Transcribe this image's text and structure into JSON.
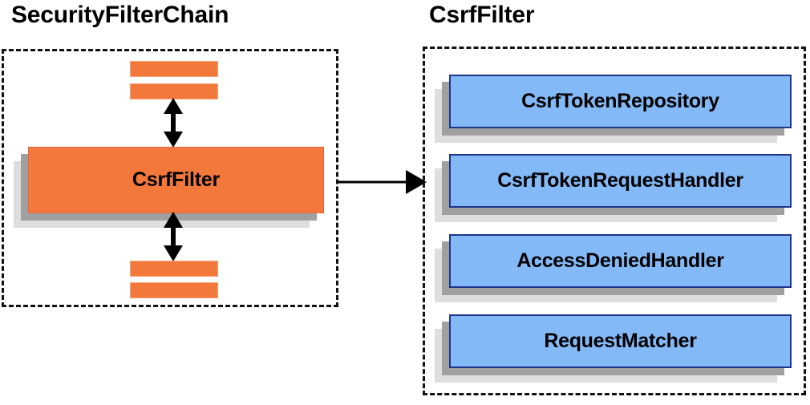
{
  "diagram": {
    "type": "component-relationship-diagram",
    "background_color": "#ffffff",
    "palette": {
      "orange_fill": "#f3783b",
      "orange_border": "#e8643a",
      "blue_fill": "#83b9f7",
      "blue_border": "#20348c",
      "shadow_near": "#a0a0a0",
      "shadow_far": "#dededf",
      "outline": "#111111",
      "text": "#000000"
    },
    "panels": [
      {
        "id": "securityfilterchain",
        "title": "SecurityFilterChain",
        "border_style": "dashed",
        "filter_bars_above": 2,
        "filter_bars_below": 2,
        "highlighted_filter": "CsrfFilter"
      },
      {
        "id": "csrffilter",
        "title": "CsrfFilter",
        "border_style": "dashed",
        "collaborators": [
          "CsrfTokenRepository",
          "CsrfTokenRequestHandler",
          "AccessDeniedHandler",
          "RequestMatcher"
        ]
      }
    ],
    "connectors": [
      {
        "id": "chain-up",
        "from": "CsrfFilter",
        "to": "filter-above",
        "heads": "both",
        "orientation": "vertical"
      },
      {
        "id": "chain-down",
        "from": "CsrfFilter",
        "to": "filter-below",
        "heads": "both",
        "orientation": "vertical"
      },
      {
        "id": "expand",
        "from": "SecurityFilterChain.CsrfFilter",
        "to": "CsrfFilter panel",
        "heads": "end",
        "orientation": "horizontal"
      }
    ]
  }
}
